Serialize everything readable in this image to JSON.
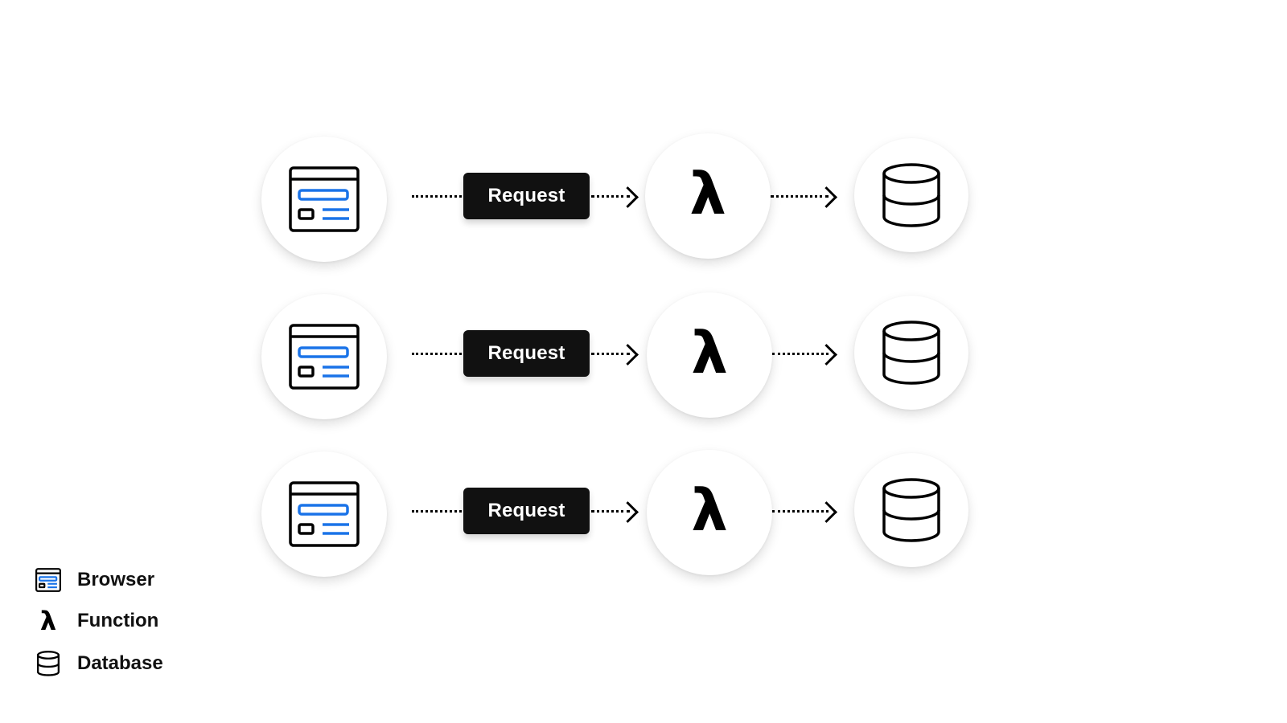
{
  "rows": [
    {
      "request_label": "Request",
      "function_symbol": "λ"
    },
    {
      "request_label": "Request",
      "function_symbol": "λ"
    },
    {
      "request_label": "Request",
      "function_symbol": "λ"
    }
  ],
  "legend": {
    "items": [
      {
        "icon": "browser-icon",
        "label": "Browser"
      },
      {
        "icon": "lambda-icon",
        "symbol": "λ",
        "label": "Function"
      },
      {
        "icon": "database-icon",
        "label": "Database"
      }
    ]
  },
  "colors": {
    "accent_blue": "#1a73e8",
    "pill_background": "#111111",
    "pill_text": "#ffffff",
    "stroke": "#000000"
  }
}
